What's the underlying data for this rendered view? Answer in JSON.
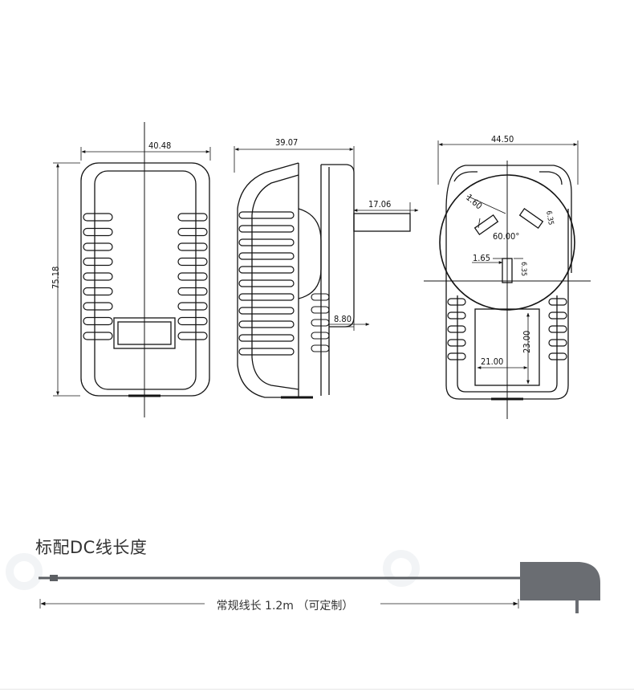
{
  "front_view": {
    "width_dim": "40.48",
    "height_dim": "75.18"
  },
  "side_view": {
    "depth_dim": "39.07",
    "pin_length_dim": "17.06",
    "pin_offset_dim": "8.80"
  },
  "plug_view": {
    "width_dim": "44.50",
    "pin_width_dim": "1.60",
    "pin_angle_dim": "60.00°",
    "angled_pin_dim": "6.35",
    "earth_pin_width_dim": "1.65",
    "earth_pin_length_dim": "6.35",
    "label_height_dim": "23.00",
    "label_width_dim": "21.00"
  },
  "cable": {
    "title": "标配DC线长度",
    "length_label": "常规线长 1.2m （可定制）"
  },
  "colors": {
    "line": "#141414",
    "cable": "#5c5f63",
    "plug_body": "#6a6d72",
    "watermark": "#f4f6f8"
  }
}
